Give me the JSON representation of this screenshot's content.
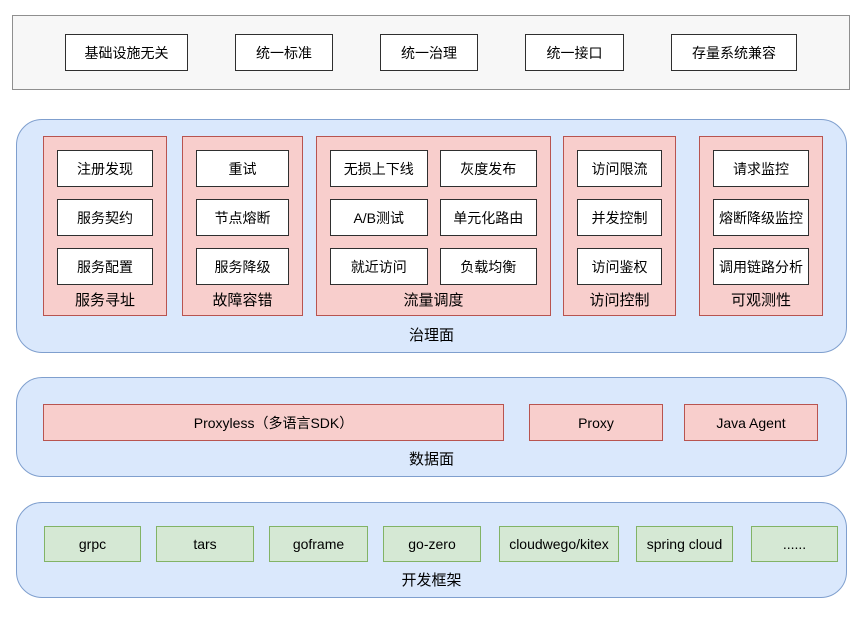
{
  "principles": {
    "items": [
      "基础设施无关",
      "统一标准",
      "统一治理",
      "统一接口",
      "存量系统兼容"
    ]
  },
  "governance_plane": {
    "label": "治理面",
    "groups": [
      {
        "label": "服务寻址",
        "items": [
          "注册发现",
          "服务契约",
          "服务配置"
        ]
      },
      {
        "label": "故障容错",
        "items": [
          "重试",
          "节点熔断",
          "服务降级"
        ]
      },
      {
        "label": "流量调度",
        "items": [
          "无损上下线",
          "灰度发布",
          "A/B测试",
          "单元化路由",
          "就近访问",
          "负载均衡"
        ]
      },
      {
        "label": "访问控制",
        "items": [
          "访问限流",
          "并发控制",
          "访问鉴权"
        ]
      },
      {
        "label": "可观测性",
        "items": [
          "请求监控",
          "熔断降级监控",
          "调用链路分析"
        ]
      }
    ]
  },
  "data_plane": {
    "label": "数据面",
    "items": [
      "Proxyless（多语言SDK）",
      "Proxy",
      "Java Agent"
    ]
  },
  "dev_frameworks": {
    "label": "开发框架",
    "items": [
      "grpc",
      "tars",
      "goframe",
      "go-zero",
      "cloudwego/kitex",
      "spring cloud",
      "......"
    ]
  },
  "colors": {
    "plane_fill": "#dae8fc",
    "plane_border": "#7f9fce",
    "group_fill": "#f8cecc",
    "group_border": "#b85450",
    "framework_fill": "#d5e8d4",
    "framework_border": "#82b366",
    "top_bar_fill": "#f7f7f7",
    "top_bar_border": "#8f8f8f"
  }
}
